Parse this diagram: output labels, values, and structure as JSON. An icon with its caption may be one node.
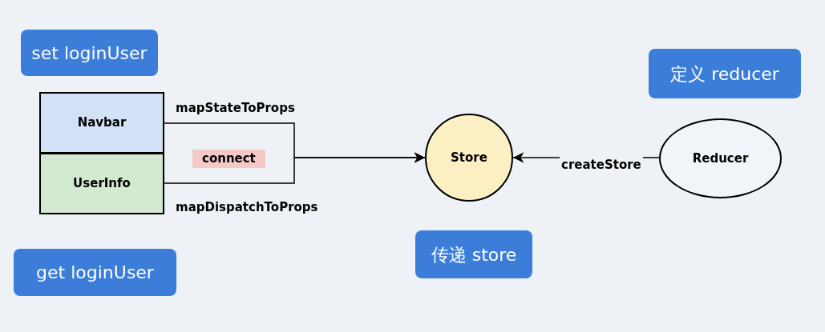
{
  "diagram": {
    "nodes": [
      {
        "text": [
          "set loginUser"
        ]
      },
      {
        "text": [
          "定义 reducer"
        ]
      },
      {
        "text": [
          "Navbar"
        ]
      },
      {
        "text": [
          "UserInfo"
        ]
      },
      {
        "text": [
          "Store"
        ]
      },
      {
        "text": [
          "Reducer"
        ]
      },
      {
        "text": [
          "传递 store"
        ]
      },
      {
        "text": [
          "get loginUser"
        ]
      }
    ],
    "edges": [
      {
        "from": 2,
        "to": 4,
        "arrow": "to",
        "label": "mapStateToProps"
      },
      {
        "from": 3,
        "to": 4,
        "arrow": "to",
        "label": "mapDispatchToProps"
      },
      {
        "from": 5,
        "to": 4,
        "arrow": "to",
        "label": "createStore"
      }
    ],
    "labels": [
      "connect"
    ]
  }
}
